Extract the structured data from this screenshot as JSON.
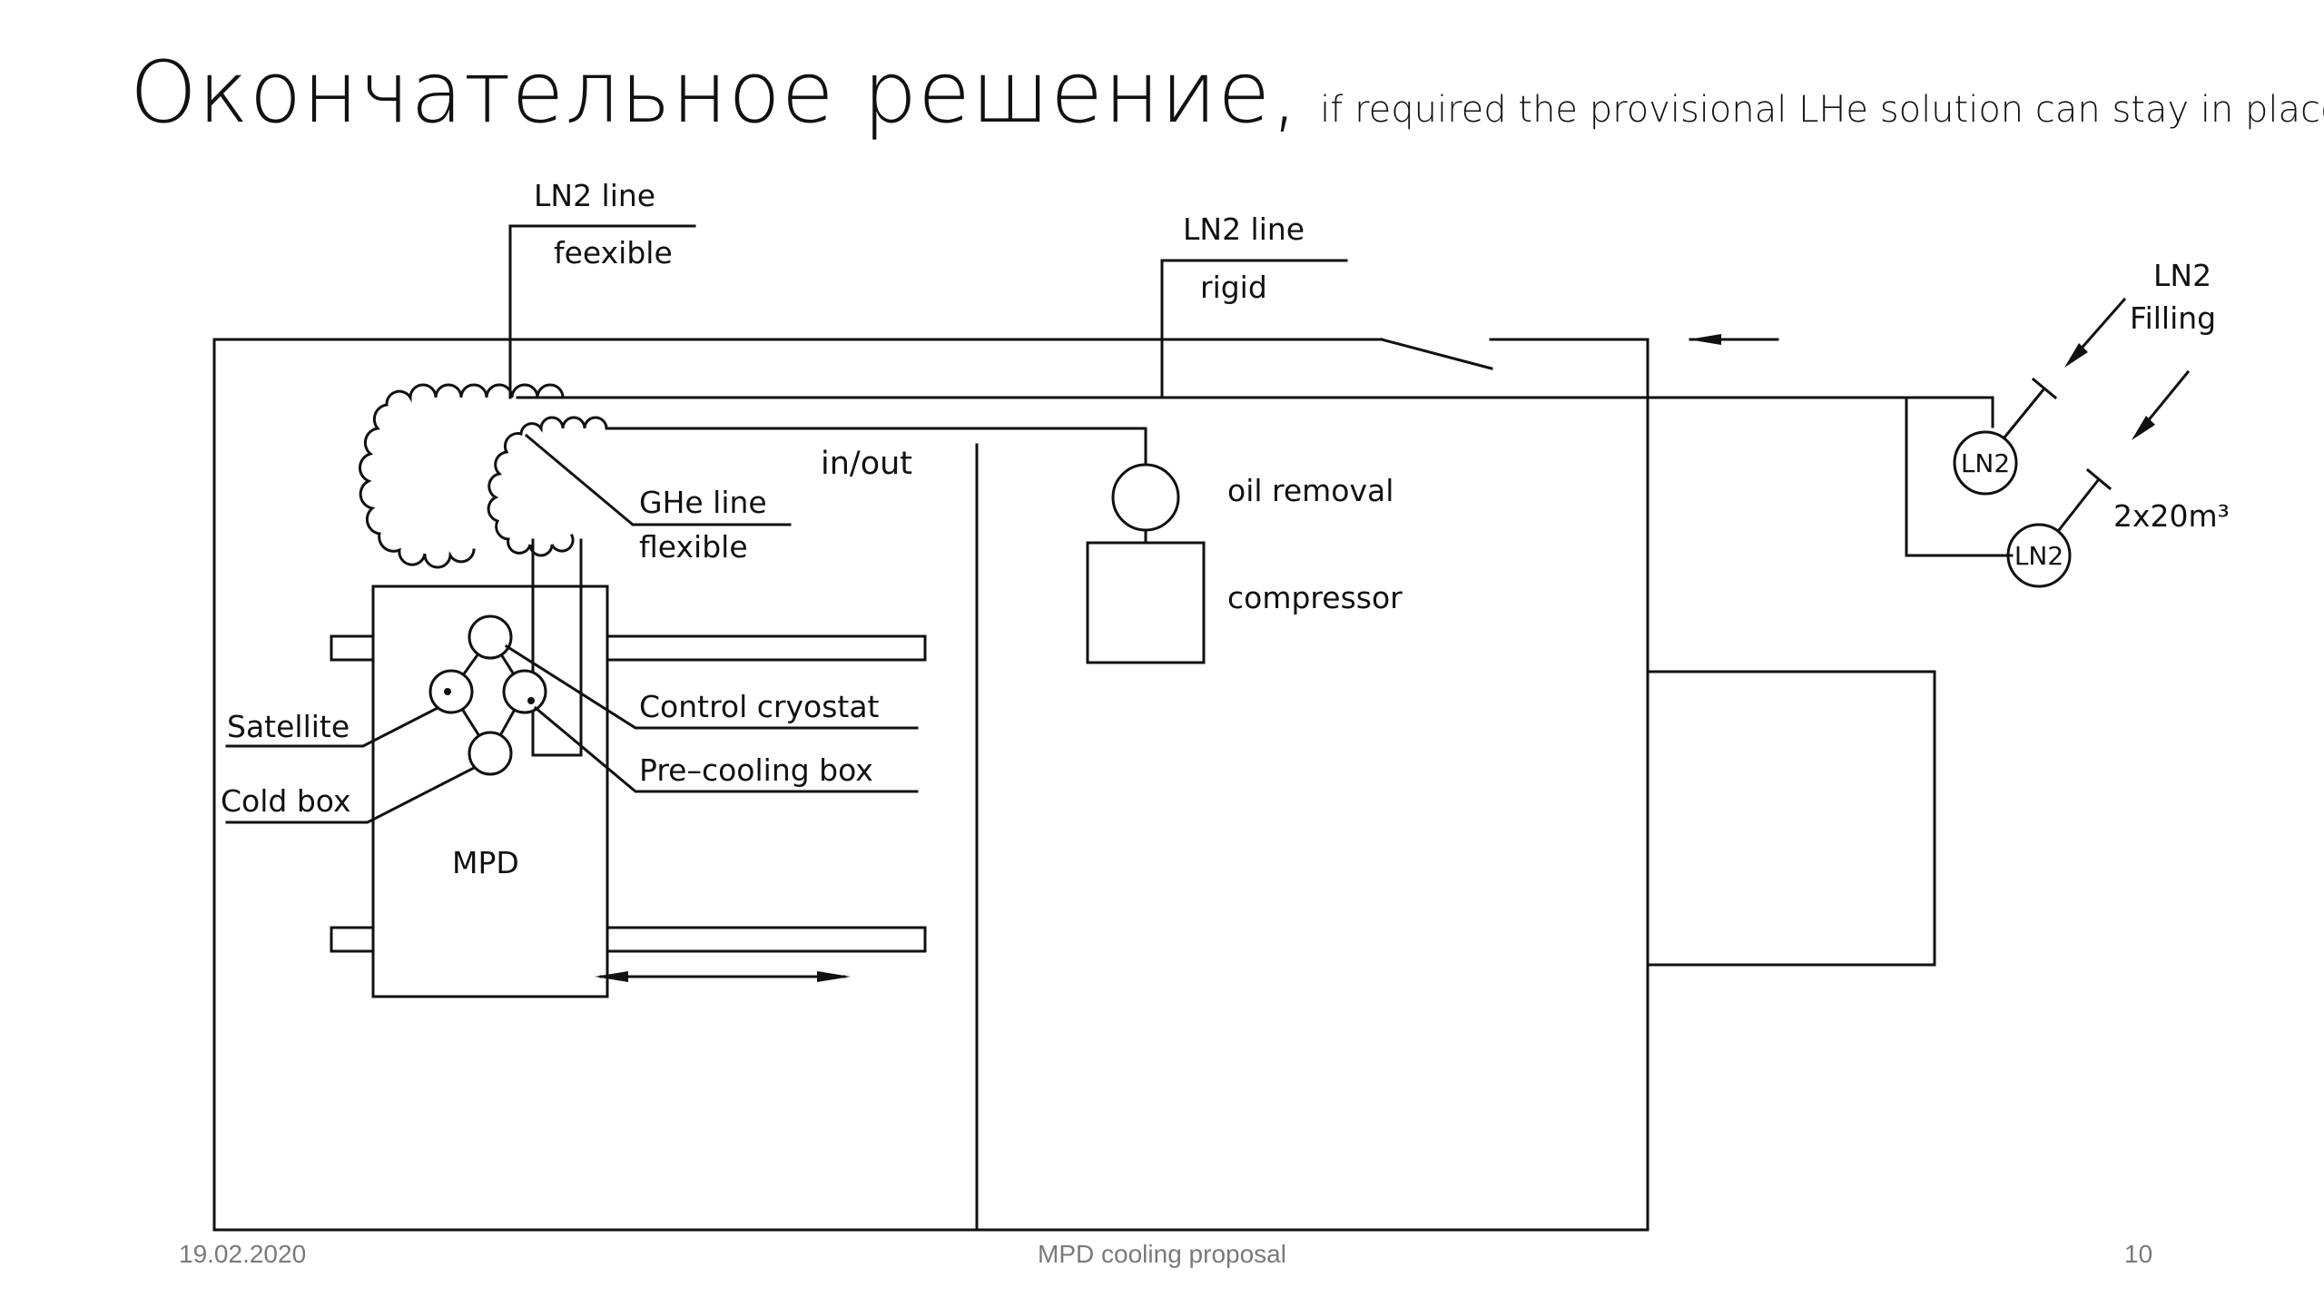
{
  "slide": {
    "title": "Окончательное решение,",
    "subtitle": "if required the provisional LHe solution can stay in place"
  },
  "diagram": {
    "labels": {
      "ln2_line_flexible_1": "LN2  line",
      "ln2_line_flexible_2": "feexible",
      "ln2_line_rigid_1": "LN2  line",
      "ln2_line_rigid_2": "rigid",
      "ln2_filling_1": "LN2",
      "ln2_filling_2": "Filling",
      "in_out": "in/out",
      "ghe_line_1": "GHe  line",
      "ghe_line_2": "flexible",
      "oil_removal": "oil  removal",
      "compressor": "compressor",
      "control_cryostat": "Control  cryostat",
      "pre_cooling_box": "Pre–cooling  box",
      "satellite": "Satellite",
      "cold_box": "Cold  box",
      "mpd": "MPD",
      "dewar_1": "LN2",
      "dewar_2": "LN2",
      "tank_volume": "2x20m³"
    }
  },
  "footer": {
    "date": "19.02.2020",
    "center": "MPD cooling proposal",
    "page": "10"
  }
}
